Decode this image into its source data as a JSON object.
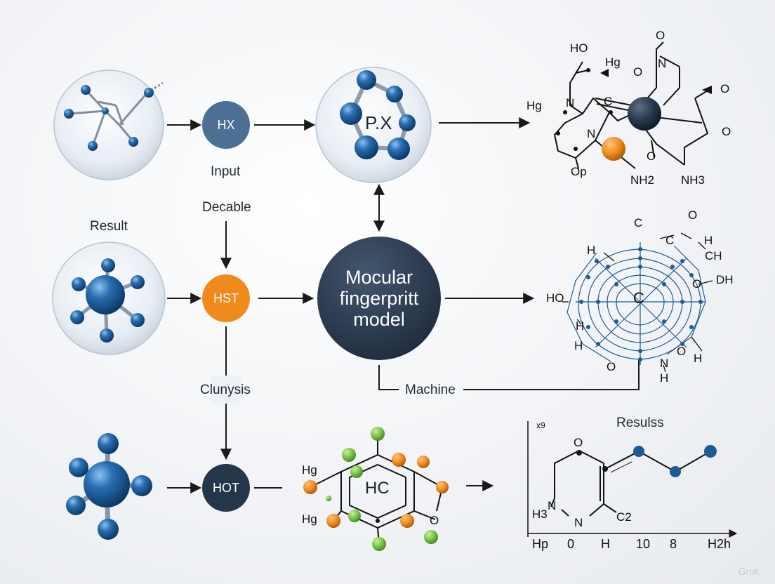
{
  "diagram": {
    "labels": {
      "input": "Input",
      "decable": "Decable",
      "result": "Result",
      "clunysis": "Clunysis",
      "machine": "Machine",
      "resulss": "Resulss"
    },
    "nodes": {
      "hx": "HX",
      "hst": "HST",
      "hot": "HOT",
      "px": "P.X",
      "hc": "HC",
      "model": "Mocular fingerpritt model"
    },
    "structure_top": {
      "ho": "HO",
      "hg": "Hg",
      "o_top": "O",
      "n_top": "N",
      "hg_left": "Hg",
      "n1": "N",
      "c1": "C",
      "n2": "N",
      "o_right": "O",
      "o_right2": "O",
      "op": "Op",
      "nh2": "NH2",
      "nh3": "NH3"
    },
    "structure_mid": {
      "c_top": "C",
      "o_top": "O",
      "c2": "C",
      "h_left": "H",
      "ch": "CH",
      "h_top": "H",
      "ho": "HO",
      "center": "C",
      "odh": "O",
      "dh": "DH",
      "h1": "H",
      "h2": "H",
      "o_low": "O",
      "o_h": "O",
      "h_o": "H",
      "n_low": "N",
      "h_low": "H"
    },
    "structure_bottom": {
      "hg1": "Hg",
      "hg2": "Hg",
      "o_sub": "O",
      "o_top": "O",
      "h3": "H3",
      "n1": "N",
      "n2": "N",
      "c2": "C2",
      "x_note": "x9"
    },
    "axis_ticks": [
      "Hp",
      "0",
      "H",
      "10",
      "8",
      "H2h"
    ],
    "watermark": "Grok"
  },
  "colors": {
    "navy": "#2b3a4e",
    "steel": "#4d6f94",
    "orange": "#f08a1c",
    "green": "#7cc44a",
    "mol_blue": "#1d5a96"
  }
}
